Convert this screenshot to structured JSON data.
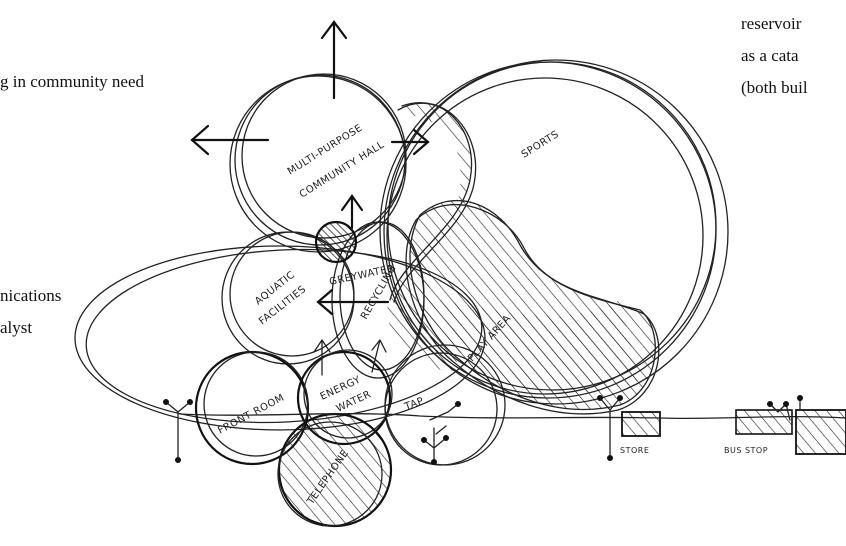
{
  "text_left": {
    "line1": "g in community need",
    "line2": "nications",
    "line3": "alyst"
  },
  "text_right": {
    "line1": "reservoir",
    "line2": "as a cata",
    "line3": "(both buil"
  },
  "sketch_labels": {
    "multipurpose": "MULTI-PURPOSE",
    "community_hall": "COMMUNITY HALL",
    "sports": "SPORTS",
    "aquatic": "AQUATIC",
    "facilities": "FACILITIES",
    "greywater": "GREYWATER",
    "recycling": "RECYCLING",
    "play_area": "PLAY AREA",
    "front_room": "FRONT ROOM",
    "energy": "ENERGY",
    "water": "WATER",
    "tap": "TAP",
    "telephone": "TELEPHONE",
    "store": "STORE",
    "bus_stop": "BUS STOP"
  }
}
